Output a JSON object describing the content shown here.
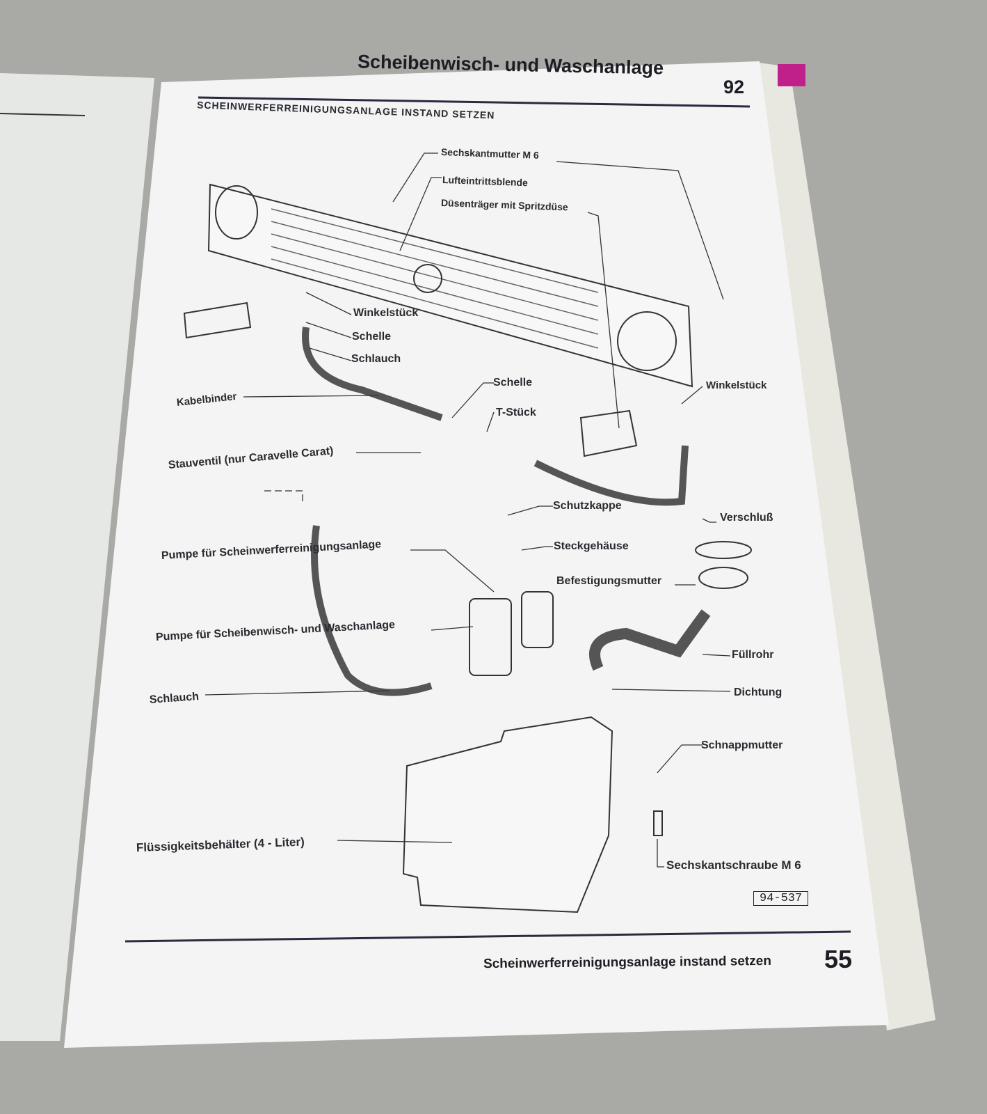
{
  "header": {
    "section_title": "Scheibenwisch- und Waschanlage",
    "section_number": "92",
    "subtitle": "SCHEINWERFERREINIGUNGSANLAGE INSTAND SETZEN"
  },
  "labels": [
    "Sechskantmutter M 6",
    "Lufteintrittsblende",
    "Düsenträger mit Spritzdüse",
    "Winkelstück",
    "Schelle",
    "Schlauch",
    "Kabelbinder",
    "Schelle",
    "T-Stück",
    "Winkelstück",
    "Stauventil (nur Caravelle Carat)",
    "Schutzkappe",
    "Verschluß",
    "Steckgehäuse",
    "Pumpe für Scheinwerferreinigungsanlage",
    "Befestigungsmutter",
    "Pumpe für Scheibenwisch- und Waschanlage",
    "Füllrohr",
    "Schlauch",
    "Dichtung",
    "Schnappmutter",
    "Flüssigkeitsbehälter (4 - Liter)",
    "Sechskantschraube M 6"
  ],
  "figure_number": "94-537",
  "footer": {
    "text": "Scheinwerferreinigungsanlage instand setzen",
    "page_number": "55"
  },
  "colors": {
    "background": "#a9aaa6",
    "page": "#f4f5f4",
    "ink": "#1d1d24",
    "tab": "#c0208a"
  }
}
